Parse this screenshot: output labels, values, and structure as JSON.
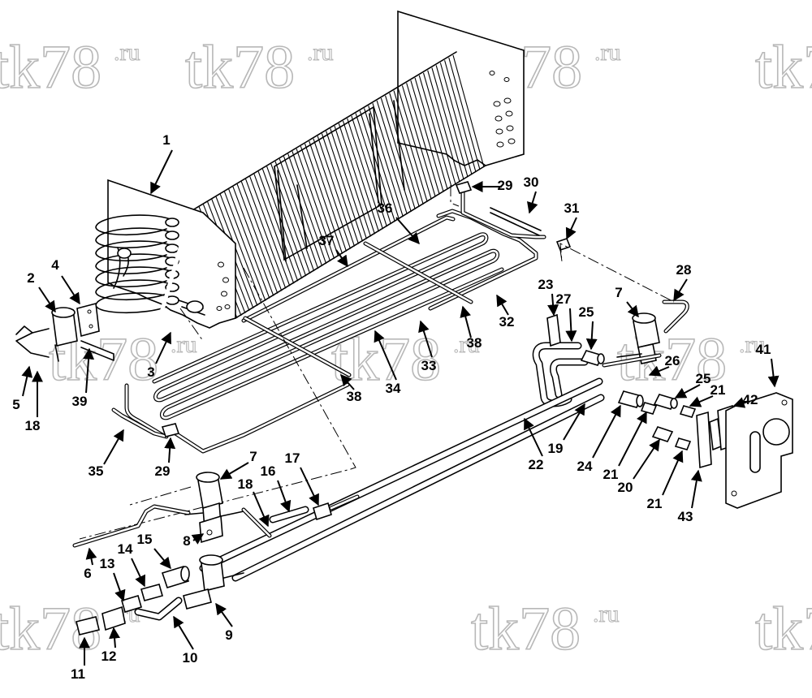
{
  "watermark": {
    "text": "tk78",
    "suffix": ".ru"
  },
  "callouts": [
    {
      "id": "c1",
      "label": "1"
    },
    {
      "id": "c2",
      "label": "2"
    },
    {
      "id": "c3",
      "label": "3"
    },
    {
      "id": "c4",
      "label": "4"
    },
    {
      "id": "c5",
      "label": "5"
    },
    {
      "id": "c6",
      "label": "6"
    },
    {
      "id": "c7a",
      "label": "7"
    },
    {
      "id": "c7b",
      "label": "7"
    },
    {
      "id": "c8",
      "label": "8"
    },
    {
      "id": "c9",
      "label": "9"
    },
    {
      "id": "c10",
      "label": "10"
    },
    {
      "id": "c11",
      "label": "11"
    },
    {
      "id": "c12",
      "label": "12"
    },
    {
      "id": "c13",
      "label": "13"
    },
    {
      "id": "c14",
      "label": "14"
    },
    {
      "id": "c15",
      "label": "15"
    },
    {
      "id": "c16",
      "label": "16"
    },
    {
      "id": "c17",
      "label": "17"
    },
    {
      "id": "c18a",
      "label": "18"
    },
    {
      "id": "c18b",
      "label": "18"
    },
    {
      "id": "c19",
      "label": "19"
    },
    {
      "id": "c20",
      "label": "20"
    },
    {
      "id": "c21a",
      "label": "21"
    },
    {
      "id": "c21b",
      "label": "21"
    },
    {
      "id": "c21c",
      "label": "21"
    },
    {
      "id": "c22",
      "label": "22"
    },
    {
      "id": "c23",
      "label": "23"
    },
    {
      "id": "c24",
      "label": "24"
    },
    {
      "id": "c25a",
      "label": "25"
    },
    {
      "id": "c25b",
      "label": "25"
    },
    {
      "id": "c26",
      "label": "26"
    },
    {
      "id": "c27",
      "label": "27"
    },
    {
      "id": "c28",
      "label": "28"
    },
    {
      "id": "c29a",
      "label": "29"
    },
    {
      "id": "c29b",
      "label": "29"
    },
    {
      "id": "c30",
      "label": "30"
    },
    {
      "id": "c31",
      "label": "31"
    },
    {
      "id": "c32",
      "label": "32"
    },
    {
      "id": "c33",
      "label": "33"
    },
    {
      "id": "c34",
      "label": "34"
    },
    {
      "id": "c35",
      "label": "35"
    },
    {
      "id": "c36",
      "label": "36"
    },
    {
      "id": "c37",
      "label": "37"
    },
    {
      "id": "c38a",
      "label": "38"
    },
    {
      "id": "c38b",
      "label": "38"
    },
    {
      "id": "c39",
      "label": "39"
    },
    {
      "id": "c41",
      "label": "41"
    },
    {
      "id": "c42",
      "label": "42"
    },
    {
      "id": "c43",
      "label": "43"
    }
  ]
}
